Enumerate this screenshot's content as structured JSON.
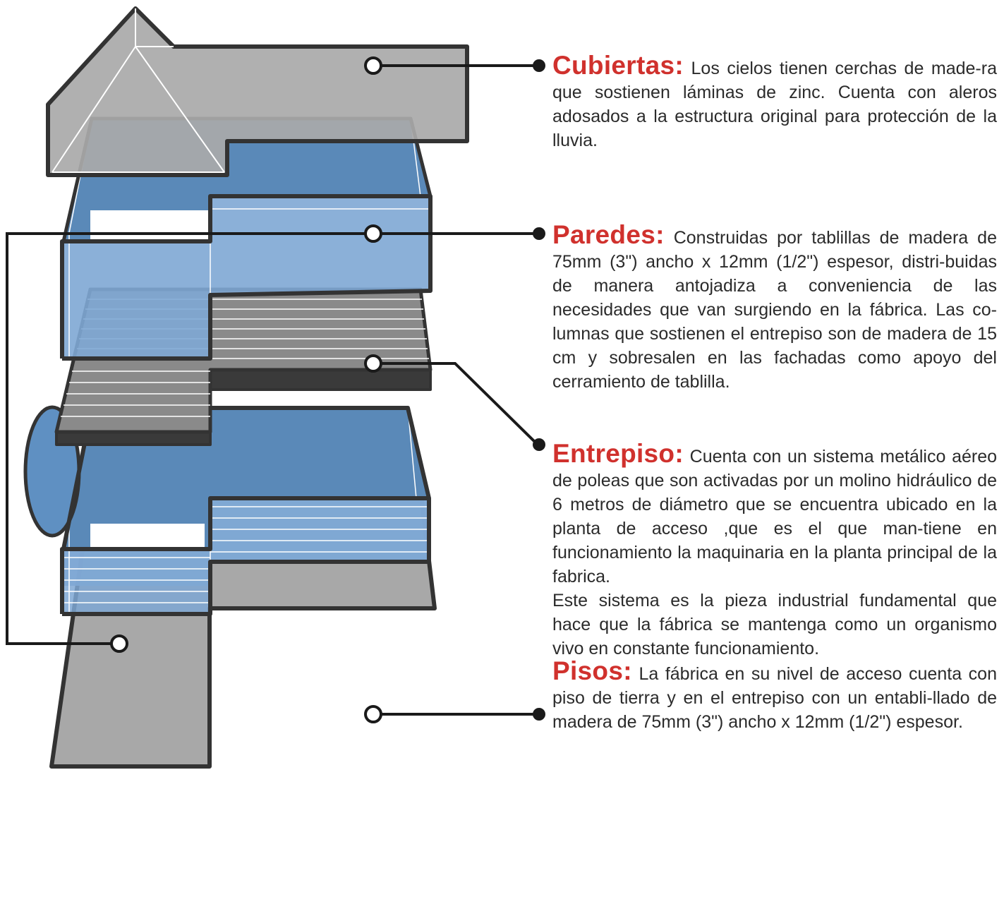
{
  "callouts": [
    {
      "label": "Cubiertas:",
      "text": "Los cielos tienen cerchas de made-ra que sostienen láminas de zinc. Cuenta con aleros adosados a la estructura original para protección de la lluvia."
    },
    {
      "label": "Paredes:",
      "text": "Construidas por tablillas de madera de 75mm (3\") ancho x 12mm (1/2\") espesor, distri-buidas de manera antojadiza a conveniencia de las necesidades que van surgiendo en la fábrica. Las co-lumnas que sostienen el entrepiso son de madera de 15 cm y sobresalen en las fachadas como apoyo del cerramiento de tablilla."
    },
    {
      "label": "Entrepiso:",
      "text": "Cuenta con un sistema metálico aéreo  de poleas que son activadas por un molino hidráulico de 6 metros de diámetro que se encuentra ubicado en la planta de acceso ,que es el que man-tiene en funcionamiento la maquinaria en la planta principal de la fabrica.",
      "text2": "Este sistema es la pieza industrial fundamental que hace que la fábrica se mantenga como un organismo vivo en constante funcionamiento."
    },
    {
      "label": "Pisos:",
      "text": "La fábrica en su nivel de acceso cuenta con piso de tierra  y en el entrepiso con un entabli-llado de madera de 75mm (3\") ancho x 12mm (1/2\") espesor."
    }
  ],
  "colors": {
    "label_red": "#d0312d",
    "body_text": "#2b2b2b",
    "roof_gray": "#a9a9a9",
    "floor_gray": "#a8a8a8",
    "wall_blue": "#6f9fce",
    "wall_blue_dark": "#5382b0",
    "mezzanine_dark": "#3a3a3a",
    "outline": "#333333"
  }
}
